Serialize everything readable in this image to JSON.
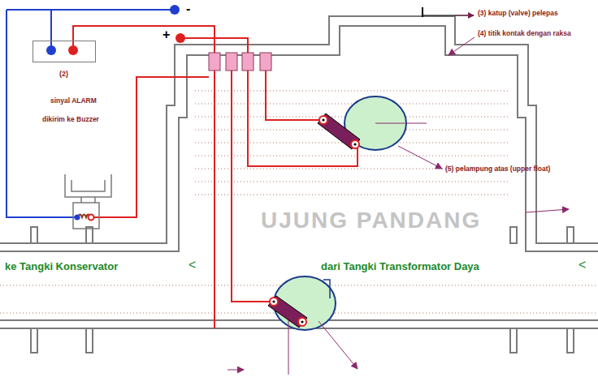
{
  "diagram": {
    "nodes": [
      {
        "text": [
          "(2)"
        ]
      }
    ],
    "labels": [
      "-",
      "+",
      "sinyal ALARM",
      "dikirim ke Buzzer",
      "(3) katup (valve) pelepas",
      "(4) titik kontak dengan raksa",
      "(5) pelampung atas (upper float)",
      "UJUNG PANDANG",
      "ke  Tangki Konservator",
      "<",
      "dari Tangki Transformator Daya",
      "<"
    ]
  }
}
